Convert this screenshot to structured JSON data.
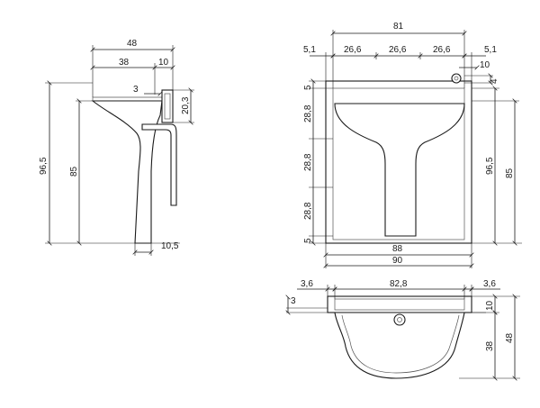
{
  "side_view": {
    "dims": {
      "width_total": "48",
      "depth_basin": "38",
      "depth_back": "10",
      "lip": "3",
      "bracket_height": "20,3",
      "height_total": "96,5",
      "height_body": "85",
      "foot": "10,5"
    }
  },
  "front_view": {
    "dims": {
      "width_top": "81",
      "margin_left": "5,1",
      "seg_1": "26,6",
      "seg_2": "26,6",
      "seg_3": "26,6",
      "margin_right": "5,1",
      "back_depth": "10",
      "small_gap": "4",
      "top_gap": "5",
      "row_1": "28,8",
      "row_2": "28,8",
      "row_3": "28,8",
      "bottom_gap": "5",
      "height_total": "96,5",
      "height_body": "85",
      "inner_width": "88",
      "outer_width": "90"
    }
  },
  "top_view": {
    "dims": {
      "margin_left": "3,6",
      "inner_width": "82,8",
      "margin_right": "3,6",
      "rim": "3",
      "frame_depth": "10",
      "basin_depth": "38",
      "depth_total": "48"
    }
  }
}
